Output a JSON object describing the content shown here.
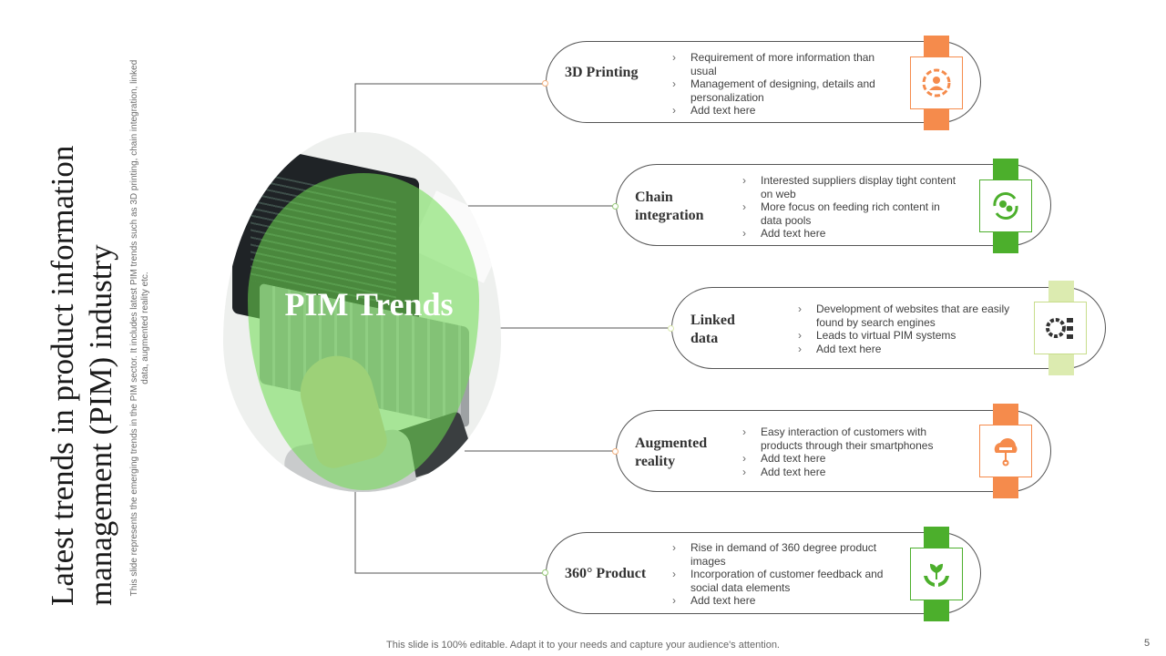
{
  "slide": {
    "title": "Latest trends in product information management (PIM) industry",
    "subtitle": "This slide represents the emerging trends in the PIM sector. It includes latest PIM trends such as 3D printing, chain integration, linked data, augmented reality etc.",
    "center_label": "PIM Trends",
    "footer": "This slide is 100% editable. Adapt it to your needs and capture your audience's attention.",
    "page_number": "5"
  },
  "colors": {
    "orange": "#f58b4c",
    "green": "#4caf2c",
    "light_green": "#dcebb0",
    "blob": "#7ed957"
  },
  "trends": [
    {
      "title": "3D Printing",
      "icon": "gear-people-icon",
      "accent": "orange",
      "bullets": [
        "Requirement of more information than usual",
        "Management of designing, details and personalization",
        "Add text here"
      ]
    },
    {
      "title": "Chain integration",
      "icon": "recycle-gears-icon",
      "accent": "green",
      "bullets": [
        "Interested suppliers display tight content on web",
        "More focus on feeding rich content in data pools",
        "Add text here"
      ]
    },
    {
      "title": "Linked data",
      "icon": "gear-network-icon",
      "accent": "light_green",
      "bullets": [
        "Development of websites that are easily found by search engines",
        "Leads to virtual PIM systems",
        "Add text here"
      ]
    },
    {
      "title": "Augmented reality",
      "icon": "cloud-server-icon",
      "accent": "orange",
      "bullets": [
        "Easy interaction of customers with products through their smartphones",
        "Add text here",
        "Add text here"
      ]
    },
    {
      "title": "360° Product",
      "icon": "hands-plant-icon",
      "accent": "green",
      "bullets": [
        "Rise in demand of 360 degree product images",
        "Incorporation of customer feedback and social data elements",
        "Add text here"
      ]
    }
  ]
}
